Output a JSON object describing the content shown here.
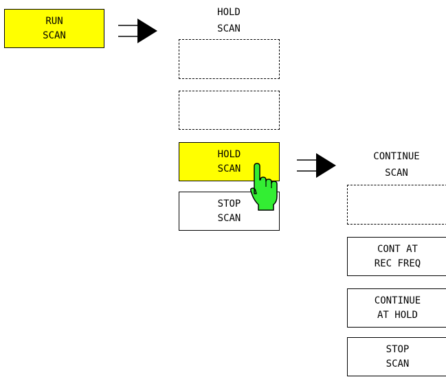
{
  "run_scan_key": {
    "line1": "RUN",
    "line2": "SCAN",
    "highlight": "#ffff00"
  },
  "hold_scan_menu": {
    "title_line1": "HOLD",
    "title_line2": "SCAN",
    "hold_scan_key": {
      "line1": "HOLD",
      "line2": "SCAN",
      "highlight": "#ffff00"
    },
    "stop_scan_key": {
      "line1": "STOP",
      "line2": "SCAN"
    }
  },
  "continue_menu": {
    "title_line1": "CONTINUE",
    "title_line2": "SCAN",
    "cont_at_rec_freq_key": {
      "line1": "CONT AT",
      "line2": "REC FREQ"
    },
    "continue_at_hold_key": {
      "line1": "CONTINUE",
      "line2": "AT HOLD"
    },
    "stop_scan_key": {
      "line1": "STOP",
      "line2": "SCAN"
    }
  },
  "icons": {
    "arrow": "double-line-arrow-icon",
    "pointer": "pointing-hand-icon",
    "pointer_color": "#33ee33"
  }
}
